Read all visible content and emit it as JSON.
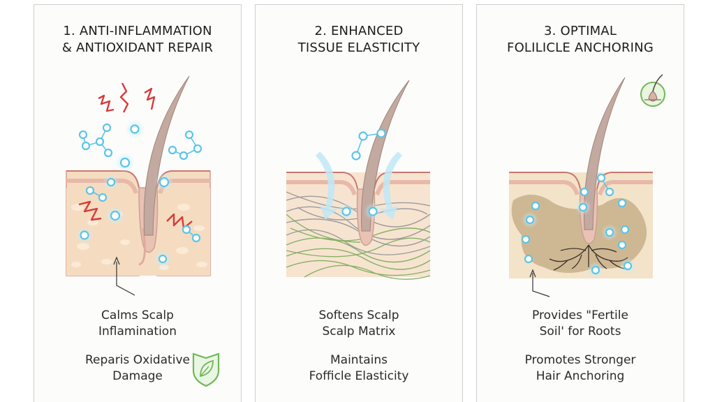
{
  "panels": [
    {
      "title_line1": "1. ANTI-INFLAMMATION",
      "title_line2": "& ANTIOXIDANT REPAIR",
      "caption1_line1": "Calms Scalp",
      "caption1_line2": "Inflamination",
      "caption2_line1": "Reparis Oxidative",
      "caption2_line2": "Damage",
      "badge_icon": "leaf-shield-icon"
    },
    {
      "title_line1": "2. ENHANCED",
      "title_line2": "TISSUE ELASTICITY",
      "caption1_line1": "Softens Scalp",
      "caption1_line2": "Scalp Matrix",
      "caption2_line1": "Maintains",
      "caption2_line2": "Fofficle Elasticity"
    },
    {
      "title_line1": "3. OPTIMAL",
      "title_line2": "FOLILICLE ANCHORING",
      "caption1_line1": "Provides \"Fertile",
      "caption1_line2": "Soil' for Roots",
      "caption2_line1": "Promotes Stronger",
      "caption2_line2": "Hair Anchoring",
      "badge_icon": "hair-follicle-badge-icon"
    }
  ],
  "colors": {
    "skin_fill": "#f5dcc0",
    "skin_edge": "#d9988e",
    "hair": "#b89e94",
    "molecule": "#5cc4e8",
    "inflammation": "#d83a3a",
    "collagen_green": "#7aab5a",
    "collagen_grey": "#8d8f96",
    "soil": "#b8a078",
    "badge_green": "#6fb858"
  }
}
